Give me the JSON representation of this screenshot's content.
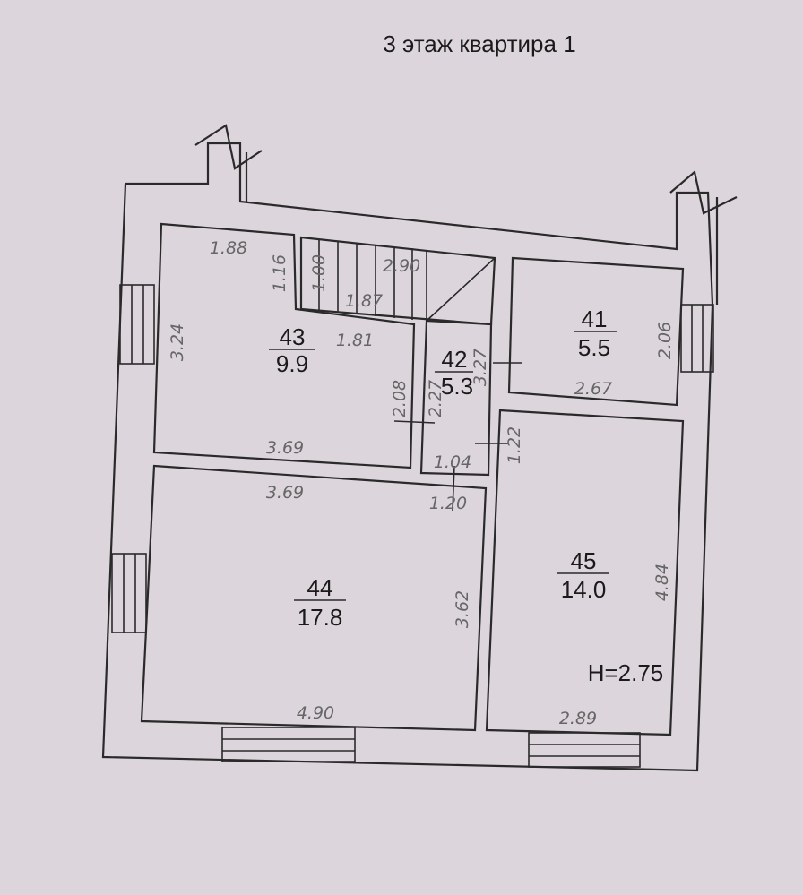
{
  "title": "3 этаж квартира 1",
  "height_label": "H=2.75",
  "rooms": [
    {
      "number": "41",
      "area": "5.5"
    },
    {
      "number": "42",
      "area": "5.3"
    },
    {
      "number": "43",
      "area": "9.9"
    },
    {
      "number": "44",
      "area": "17.8"
    },
    {
      "number": "45",
      "area": "14.0"
    }
  ],
  "dimensions": {
    "r43_top": "1.88",
    "r43_right_upper": "1.16",
    "r43_left": "3.24",
    "r43_mid": "1.81",
    "r43_right_lower": "2.08",
    "r43_bottom": "3.69",
    "stair_w": "1.00",
    "stair_len": "2.90",
    "stair_inner": "1.87",
    "r42_left": "2.27",
    "r42_right": "3.27",
    "r42_bottom": "1.04",
    "corridor": "1.20",
    "r41_right": "2.06",
    "r41_bottom": "2.67",
    "r44_top": "3.69",
    "r44_right": "3.62",
    "r44_bottom": "4.90",
    "r45_left": "1.22",
    "r45_right": "4.84",
    "r45_bottom": "2.89"
  }
}
